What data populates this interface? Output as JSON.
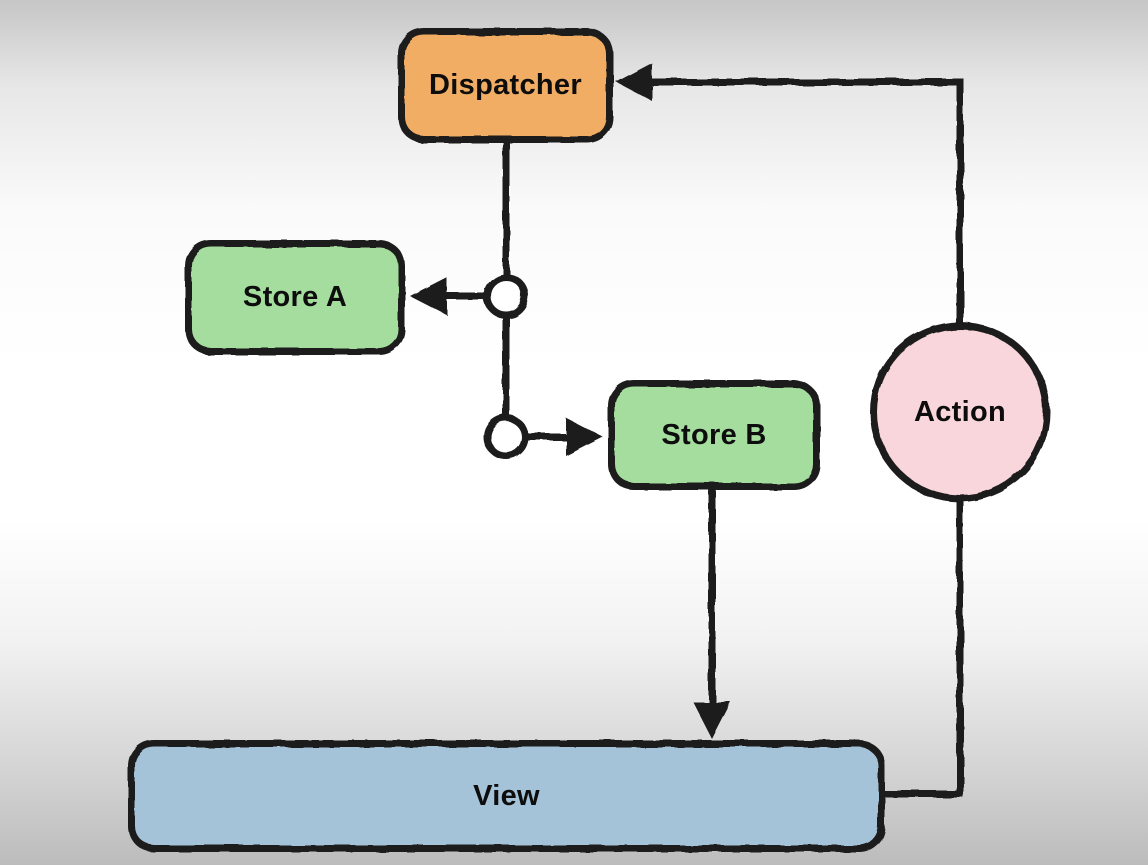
{
  "diagram": {
    "type": "flowchart",
    "description": "Flux unidirectional data flow diagram",
    "nodes": {
      "dispatcher": {
        "label": "Dispatcher",
        "shape": "rounded-rect",
        "fill": "#f0ad63"
      },
      "store_a": {
        "label": "Store A",
        "shape": "rounded-rect",
        "fill": "#a5dd9e"
      },
      "store_b": {
        "label": "Store B",
        "shape": "rounded-rect",
        "fill": "#a5dd9e"
      },
      "action": {
        "label": "Action",
        "shape": "circle",
        "fill": "#f9d6db"
      },
      "view": {
        "label": "View",
        "shape": "rounded-rect",
        "fill": "#a4c2d8"
      }
    },
    "edges": [
      {
        "from": "dispatcher",
        "to": "junction-1",
        "arrow": false
      },
      {
        "from": "junction-1",
        "to": "store_a",
        "arrow": true
      },
      {
        "from": "junction-1",
        "to": "junction-2",
        "arrow": false
      },
      {
        "from": "junction-2",
        "to": "store_b",
        "arrow": true
      },
      {
        "from": "store_b",
        "to": "view",
        "arrow": true
      },
      {
        "from": "view",
        "to": "action",
        "arrow": false
      },
      {
        "from": "action",
        "to": "dispatcher",
        "arrow": true
      }
    ],
    "colors": {
      "stroke": "#1c1c1c",
      "junction_fill": "#ffffff",
      "text": "#0d0d0d",
      "background_top": "#c6c6c6",
      "background_middle": "#ffffff",
      "background_bottom": "#bcbcbc"
    }
  }
}
